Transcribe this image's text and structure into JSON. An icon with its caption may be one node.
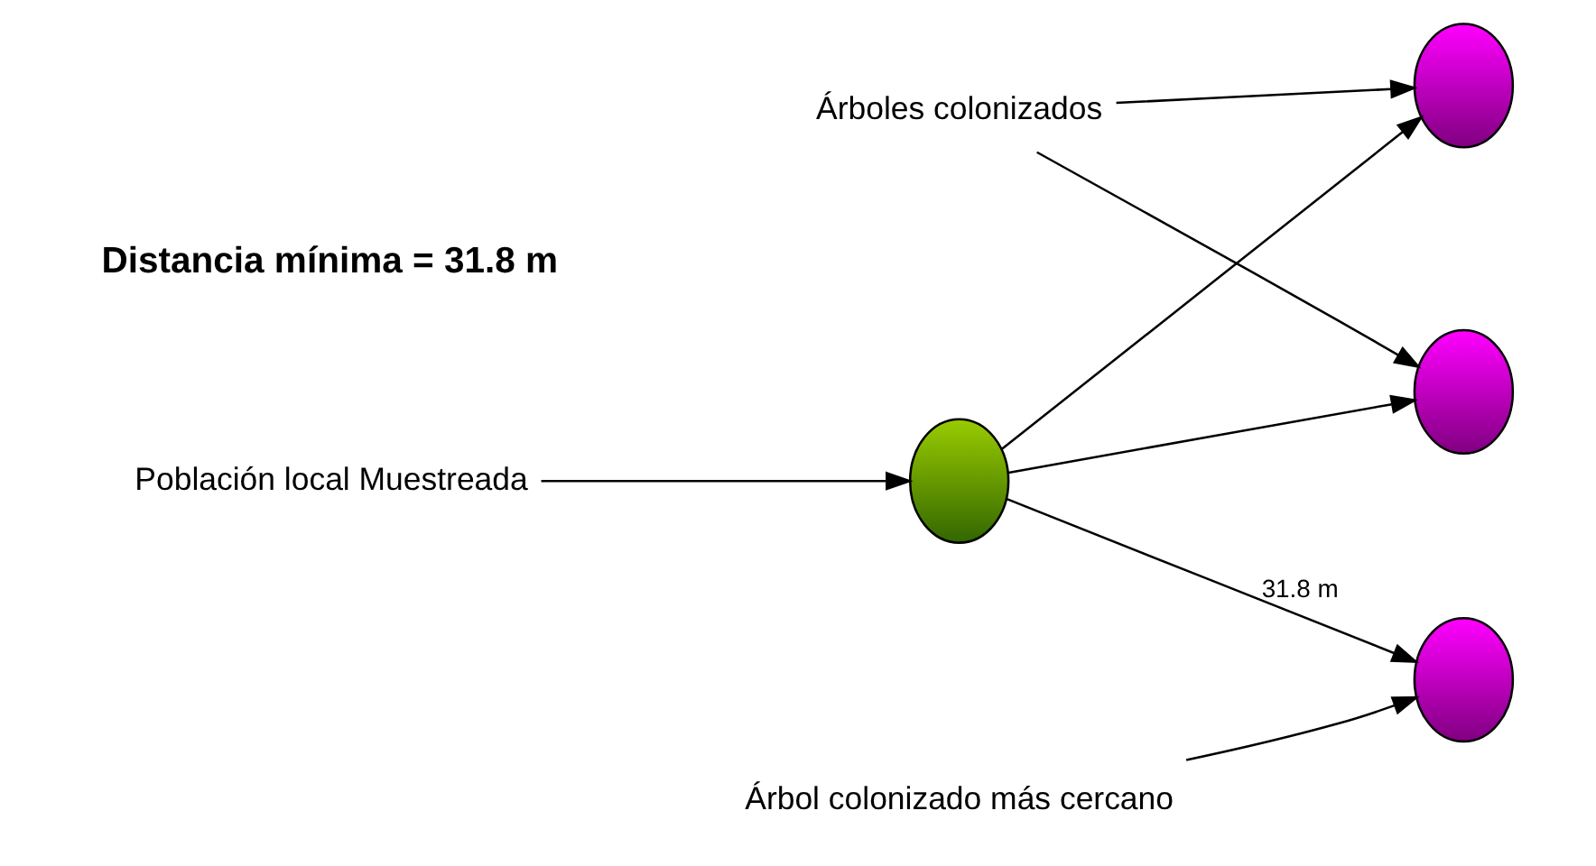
{
  "diagram": {
    "nodes": [
      {
        "text": [
          "Árboles colonizados"
        ]
      },
      {
        "text": [],
        "shape": "circle"
      },
      {
        "text": [],
        "shape": "circle"
      },
      {
        "text": [],
        "shape": "circle"
      },
      {
        "text": [],
        "shape": "circle"
      },
      {
        "text": [
          "Árbol colonizado más cercano"
        ]
      },
      {
        "text": [
          "Población local Muestreada"
        ]
      }
    ],
    "edges": [
      {
        "from": 0,
        "to": 1,
        "arrow": "to"
      },
      {
        "from": 0,
        "to": 2,
        "arrow": "to"
      },
      {
        "from": 3,
        "to": 1,
        "arrow": "to"
      },
      {
        "from": 3,
        "to": 2,
        "arrow": "to"
      },
      {
        "from": 3,
        "to": 4,
        "arrow": "to",
        "label": "31.8 m"
      },
      {
        "from": 5,
        "to": 4,
        "arrow": "to"
      },
      {
        "from": 6,
        "to": 3,
        "arrow": "to"
      }
    ],
    "labels": [
      "Distancia mínima = 31.8 m"
    ]
  }
}
